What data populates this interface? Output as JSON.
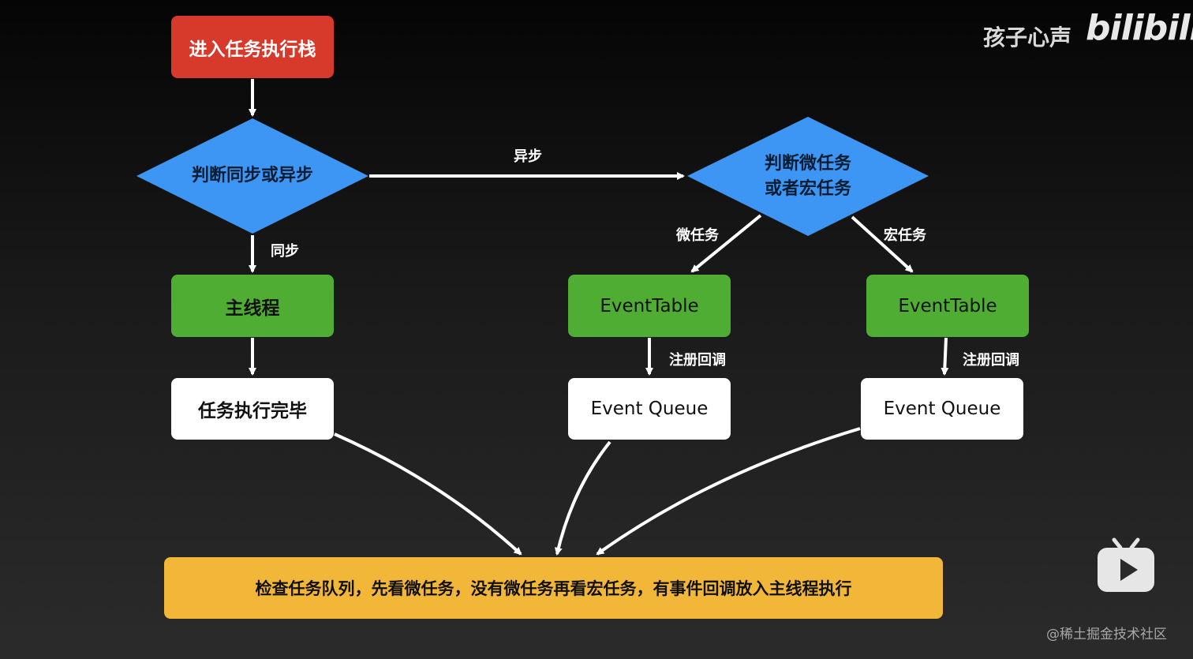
{
  "nodes": {
    "enter_stack": "进入任务执行栈",
    "judge_sync_async": "判断同步或异步",
    "judge_micro_macro_line1": "判断微任务",
    "judge_micro_macro_line2": "或者宏任务",
    "main_thread": "主线程",
    "event_table_micro": "EventTable",
    "event_table_macro": "EventTable",
    "task_done": "任务执行完毕",
    "event_queue_micro": "Event Queue",
    "event_queue_macro": "Event Queue",
    "check_queue": "检查任务队列，先看微任务，没有微任务再看宏任务，有事件回调放入主线程执行"
  },
  "edge_labels": {
    "async": "异步",
    "sync": "同步",
    "micro": "微任务",
    "macro": "宏任务",
    "register_callback_micro": "注册回调",
    "register_callback_macro": "注册回调"
  },
  "watermarks": {
    "channel": "孩子心声",
    "platform": "bilibili",
    "site": "@稀土掘金技术社区"
  },
  "colors": {
    "start": "#d7392b",
    "decision": "#3d95f4",
    "process": "#4fad33",
    "output": "#ffffff",
    "final": "#f2b739"
  },
  "icons": {
    "player": "play-icon"
  }
}
